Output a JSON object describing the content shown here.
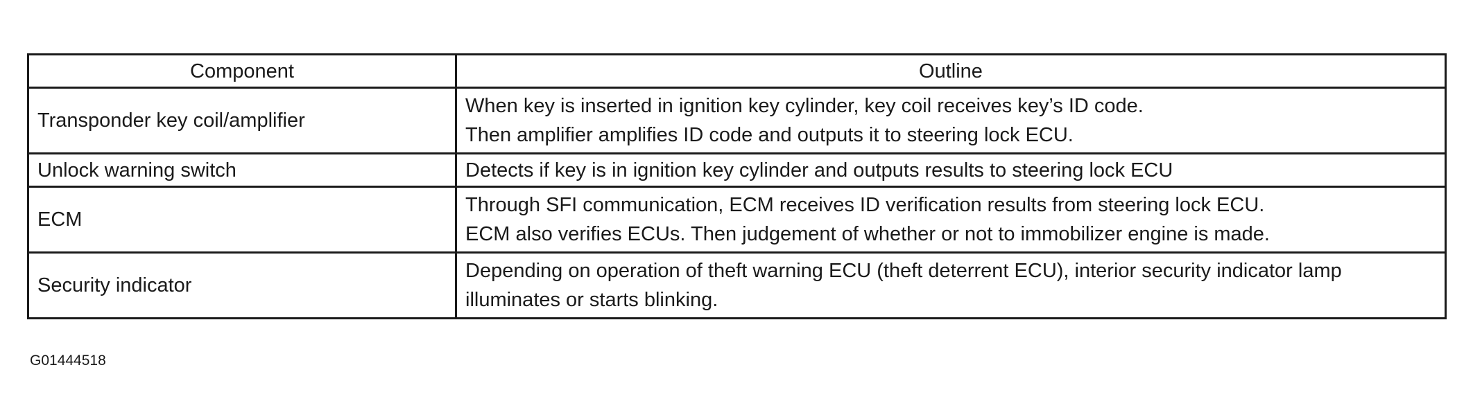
{
  "table": {
    "headers": {
      "component": "Component",
      "outline": "Outline"
    },
    "rows": [
      {
        "component": "Transponder key coil/amplifier",
        "outline": [
          "When key is inserted in ignition key cylinder, key coil receives key’s ID code.",
          "Then amplifier amplifies ID code and outputs it to steering lock ECU."
        ]
      },
      {
        "component": "Unlock warning switch",
        "outline": [
          "Detects if key is in ignition key cylinder and outputs results to steering lock ECU"
        ]
      },
      {
        "component": "ECM",
        "outline": [
          "Through SFI communication, ECM receives ID verification results from steering lock ECU.",
          "ECM also verifies ECUs. Then judgement of whether or not to immobilizer engine is made."
        ]
      },
      {
        "component": "Security indicator",
        "outline": [
          "Depending on operation of theft warning ECU (theft deterrent ECU), interior security indicator lamp",
          "illuminates or starts blinking."
        ]
      }
    ]
  },
  "figure_id": "G01444518"
}
